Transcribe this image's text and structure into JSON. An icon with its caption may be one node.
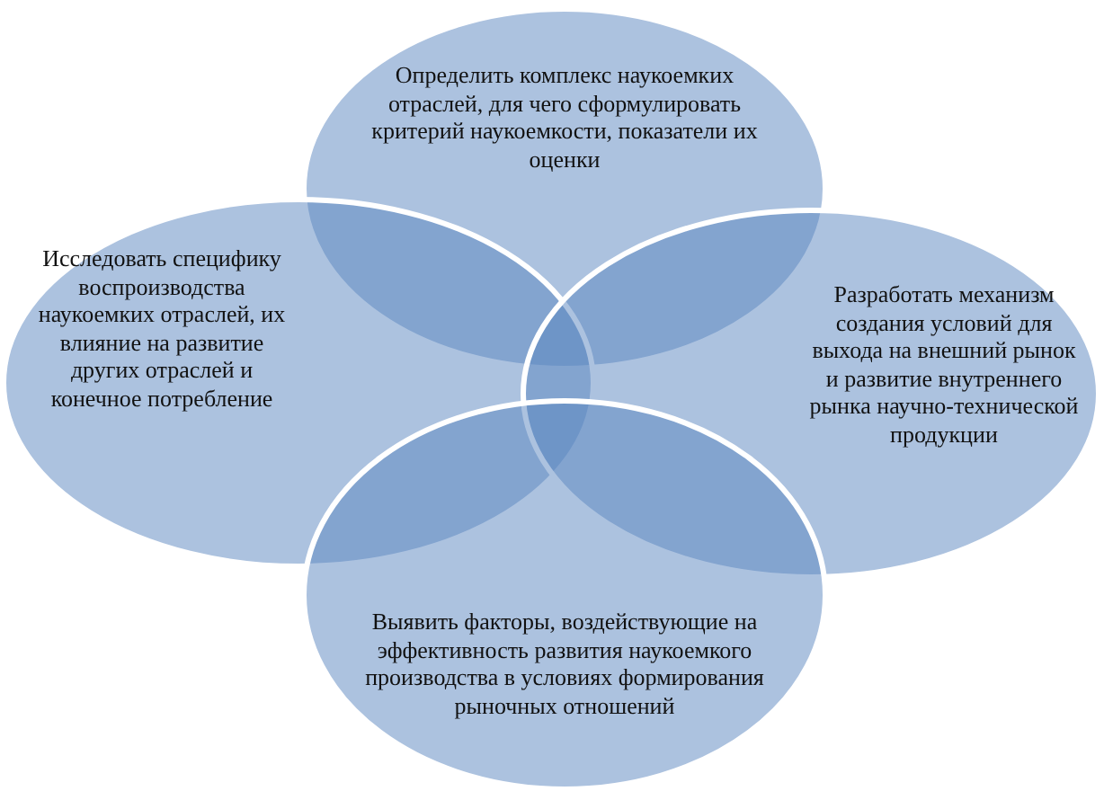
{
  "diagram": {
    "nodes": [
      {
        "text": [
          "Определить комплекс наукоемких отраслей, для чего сформулировать критерий наукоемкости, показатели их оценки"
        ]
      },
      {
        "text": [
          "Исследовать специфику воспроизводства наукоемких отраслей, их влияние на развитие других отраслей и конечное потребление"
        ]
      },
      {
        "text": [
          "Разработать механизм создания условий для выхода на внешний рынок и развитие внутреннего рынка научно-технической продукции"
        ]
      },
      {
        "text": [
          "Выявить факторы, воздействующие на эффективность развития наукоемкого производства в условиях формирования рыночных отношений"
        ]
      }
    ],
    "edges": []
  }
}
